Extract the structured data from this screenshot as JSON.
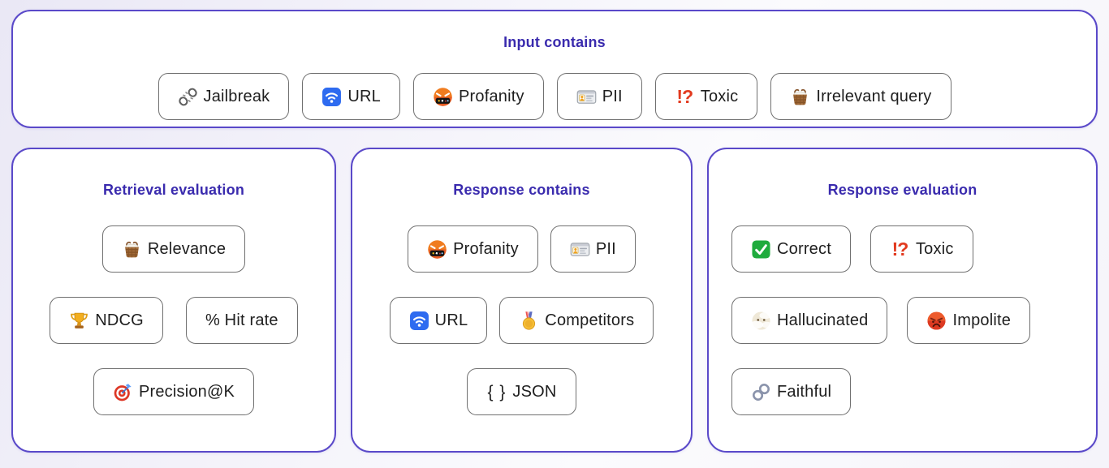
{
  "colors": {
    "title_accent": "#3a2bae",
    "panel_border": "#5a49c9",
    "chip_border": "#707070",
    "chip_text": "#1e1e1e",
    "toxic_glyph_red": "#e23a1f",
    "url_icon_blue": "#2e6bf0",
    "check_green": "#1fab3d"
  },
  "panels": [
    {
      "title": "Input contains",
      "chips": [
        {
          "label": "Jailbreak",
          "icon": "broken-chain-icon"
        },
        {
          "label": "URL",
          "icon": "wireless-icon"
        },
        {
          "label": "Profanity",
          "icon": "cursing-face-icon"
        },
        {
          "label": "PII",
          "icon": "id-card-icon"
        },
        {
          "label": "Toxic",
          "icon": "exclamation-question-icon",
          "glyph": "!?"
        },
        {
          "label": "Irrelevant query",
          "icon": "laundry-basket-icon"
        }
      ]
    },
    {
      "title": "Retrieval evaluation",
      "chips": [
        {
          "label": "Relevance",
          "icon": "laundry-basket-icon"
        },
        {
          "label": "NDCG",
          "icon": "trophy-icon"
        },
        {
          "label": "% Hit rate",
          "icon": "none"
        },
        {
          "label": "Precision@K",
          "icon": "dart-target-icon"
        }
      ]
    },
    {
      "title": "Response contains",
      "chips": [
        {
          "label": "Profanity",
          "icon": "cursing-face-icon"
        },
        {
          "label": "PII",
          "icon": "id-card-icon"
        },
        {
          "label": "URL",
          "icon": "wireless-icon"
        },
        {
          "label": "Competitors",
          "icon": "medal-icon"
        },
        {
          "label": "JSON",
          "icon": "curly-braces-icon",
          "glyph": "{ }"
        }
      ]
    },
    {
      "title": "Response evaluation",
      "chips": [
        {
          "label": "Correct",
          "icon": "green-check-icon"
        },
        {
          "label": "Toxic",
          "icon": "exclamation-question-icon",
          "glyph": "!?"
        },
        {
          "label": "Hallucinated",
          "icon": "face-in-clouds-icon"
        },
        {
          "label": "Impolite",
          "icon": "angry-face-icon"
        },
        {
          "label": "Faithful",
          "icon": "chain-link-icon"
        }
      ]
    }
  ]
}
